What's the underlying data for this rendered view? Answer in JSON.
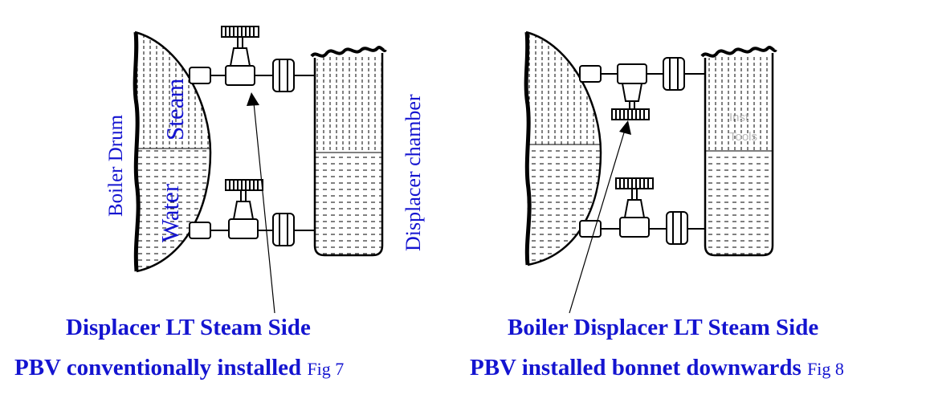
{
  "colors": {
    "label": "#1414d0",
    "line": "#000000",
    "watermark": "#b8b8b8"
  },
  "fig7": {
    "labels": {
      "boiler_drum": "Boiler Drum",
      "steam": "Steam",
      "water": "Water",
      "displacer_chamber": "Displacer chamber"
    },
    "caption_line1": "Displacer LT Steam Side",
    "caption_line2": "PBV conventionally installed",
    "fig": "Fig 7"
  },
  "fig8": {
    "caption_line1": "Boiler Displacer LT Steam Side",
    "caption_line2": "PBV installed bonnet downwards",
    "fig": "Fig 8",
    "watermark_line1": "Inst",
    "watermark_line2": "Tools"
  }
}
